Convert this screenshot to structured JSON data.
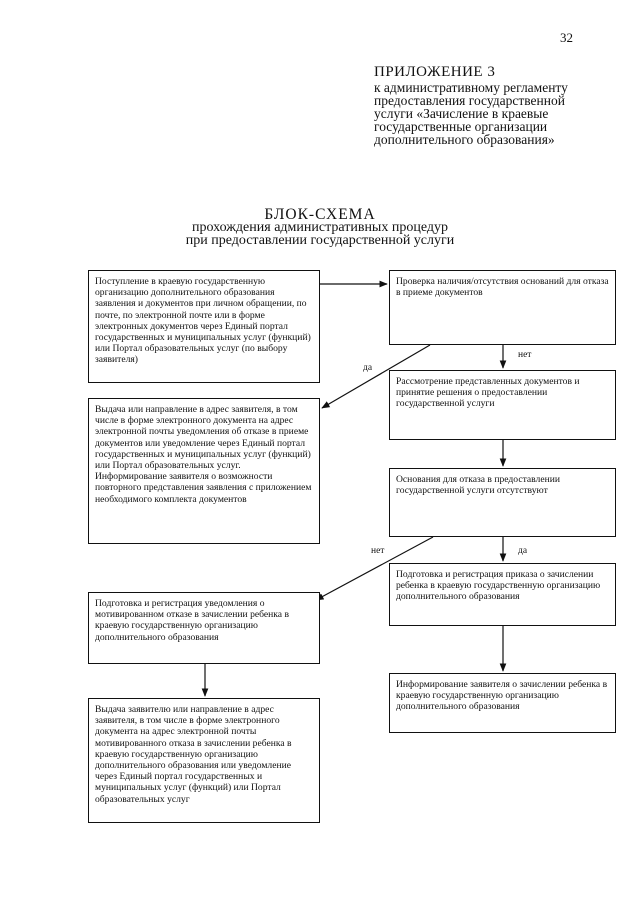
{
  "page_number": "32",
  "appendix": {
    "title": "ПРИЛОЖЕНИЕ 3",
    "lines": [
      "к административному регламенту",
      "предоставления государственной",
      "услуги «Зачисление в краевые",
      "государственные организации",
      "дополнительного образования»"
    ]
  },
  "scheme": {
    "title": "БЛОК-СХЕМА",
    "subtitle_line1": "прохождения административных процедур",
    "subtitle_line2": "при предоставлении государственной услуги"
  },
  "boxes": {
    "receipt": "Поступление в краевую государственную организацию дополнительного образования заявления и документов при личном обращении, по почте, по электронной почте или в форме электронных документов через Единый портал государственных и муниципальных услуг (функций) или Портал образовательных услуг (по выбору заявителя)",
    "check": "Проверка наличия/отсутствия оснований для отказа в приеме документов",
    "refusal_notice": "Выдача или направление в адрес заявителя, в том числе в форме электронного документа на адрес электронной почты уведомления об отказе в приеме документов или уведомление через Единый портал государственных и муниципальных услуг (функций) или Портал образовательных услуг. Информирование заявителя о возможности повторного представления заявления с приложением необходимого комплекта документов",
    "review": "Рассмотрение представленных документов и принятие решения о предоставлении государственной услуги",
    "no_grounds": "Основания для отказа в предоставлении государственной услуги отсутствуют",
    "prepare_refusal": "Подготовка и регистрация уведомления о мотивированном отказе в зачислении ребенка в краевую государственную организацию дополнительного образования",
    "prepare_order": "Подготовка и регистрация приказа о зачислении ребенка в краевую государственную организацию дополнительного образования",
    "inform_enrollment": "Информирование заявителя о зачислении ребенка в краевую государственную организацию дополнительного образования",
    "issue_refusal": "Выдача заявителю или направление в адрес заявителя, в том числе в форме электронного документа на адрес электронной почты мотивированного отказа в зачислении ребенка в краевую государственную организацию дополнительного образования или уведомление через Единый портал государственных и муниципальных услуг (функций) или Портал образовательных услуг"
  },
  "labels": {
    "yes_1": "да",
    "no_1": "нет",
    "no_2": "нет",
    "yes_2": "да"
  }
}
